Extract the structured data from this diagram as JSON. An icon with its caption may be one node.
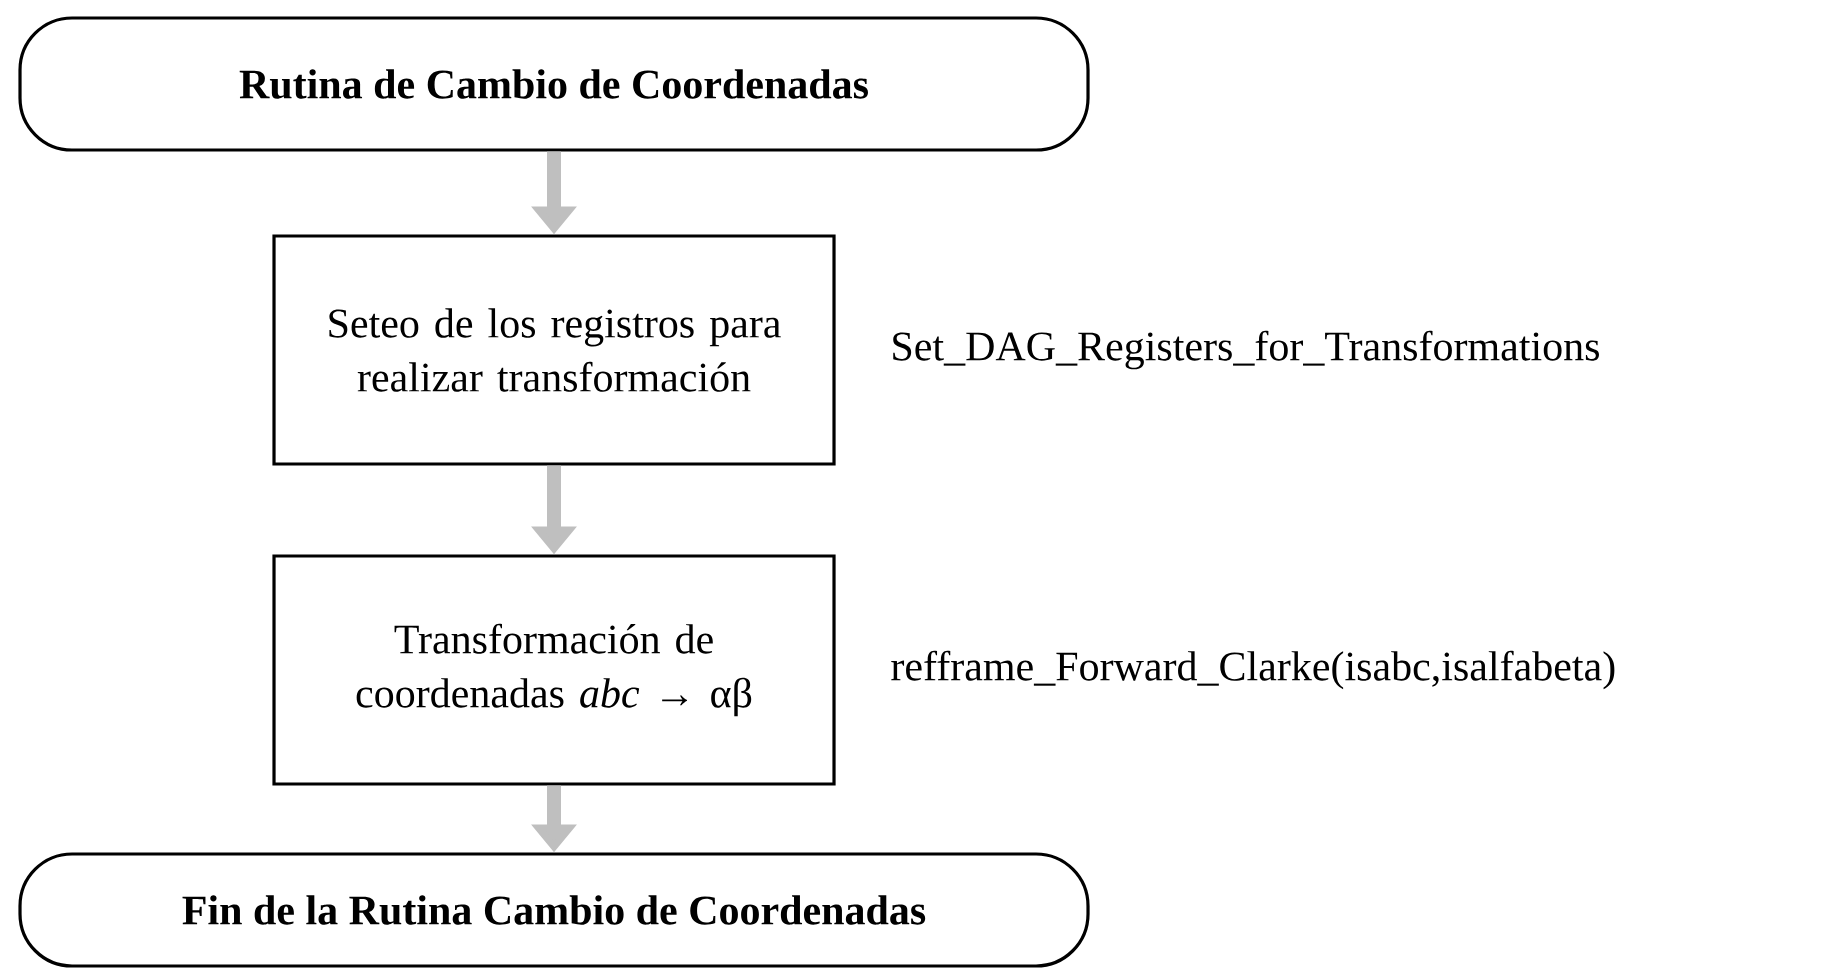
{
  "diagram": {
    "nodes": [
      {
        "text": [
          "Rutina de Cambio de Coordenadas"
        ]
      },
      {
        "text": [
          "Seteo de los registros para realizar transformación"
        ],
        "beside": [
          "Set_DAG_Registers_for_Transformations"
        ]
      },
      {
        "text": [
          "Transformación de coordenadas *abc* → αβ"
        ],
        "beside": [
          "refframe_Forward_Clarke(isabc,isalfabeta)"
        ]
      },
      {
        "text": [
          "Fin de la Rutina Cambio de Coordenadas"
        ]
      }
    ],
    "edges": [
      {
        "from": 0,
        "to": 1,
        "arrow": "to"
      },
      {
        "from": 1,
        "to": 2,
        "arrow": "to"
      },
      {
        "from": 2,
        "to": 3,
        "arrow": "to"
      }
    ]
  }
}
